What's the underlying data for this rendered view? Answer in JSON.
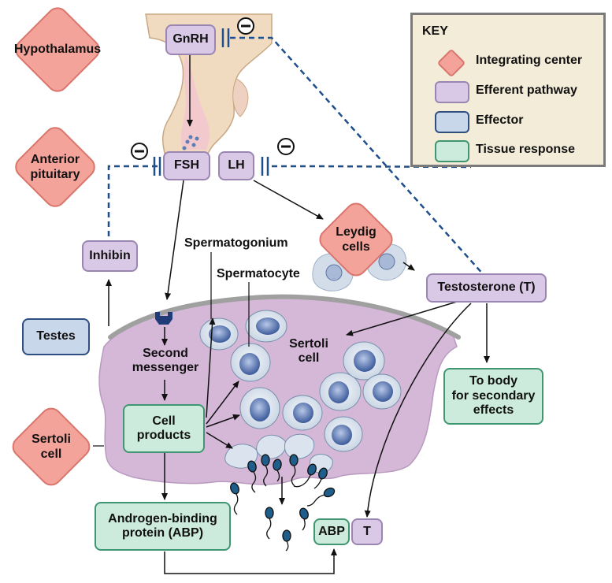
{
  "regions": {
    "hypothalamus": "Hypothalamus",
    "anterior_pituitary": "Anterior\npituitary",
    "sertoli_cell_center": "Sertoli\ncell",
    "leydig_cells": "Leydig\ncells",
    "testes": "Testes"
  },
  "hormones": {
    "gnrh": "GnRH",
    "fsh": "FSH",
    "lh": "LH",
    "inhibin": "Inhibin",
    "testosterone": "Testosterone (T)",
    "abp_short": "ABP",
    "t_short": "T"
  },
  "responses": {
    "secondary_effects": "To body\nfor secondary\neffects",
    "abp_long": "Androgen-binding\nprotein (ABP)"
  },
  "intermediates": {
    "second_messenger": "Second\nmessenger",
    "cell_products": "Cell\nproducts"
  },
  "cell_labels": {
    "spermatogonium": "Spermatogonium",
    "spermatocyte": "Spermatocyte",
    "sertoli_cell": "Sertoli\ncell"
  },
  "inhibition_symbol": "⊖",
  "key": {
    "title": "KEY",
    "items": [
      {
        "label": "Integrating center",
        "shape": "diamond",
        "fill": "#f4a39a",
        "stroke": "#d9756c"
      },
      {
        "label": "Efferent pathway",
        "shape": "box",
        "fill": "#d9c8e6",
        "stroke": "#9b86b3"
      },
      {
        "label": "Effector",
        "shape": "box",
        "fill": "#c9d7ea",
        "stroke": "#2f4f82"
      },
      {
        "label": "Tissue response",
        "shape": "box",
        "fill": "#cdebdc",
        "stroke": "#3f9670"
      }
    ]
  },
  "colors": {
    "tissue_purple": "#d5b8d8",
    "capsule_gray": "#a0a0a0",
    "dashed_blue": "#1f4e8c",
    "pituitary_tan": "#f0dbc0"
  }
}
